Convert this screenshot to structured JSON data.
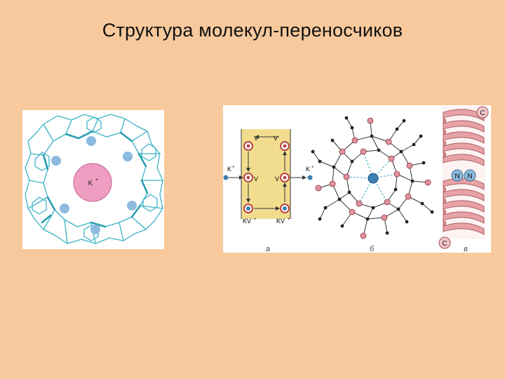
{
  "slide": {
    "title": "Структура молекул-переносчиков"
  },
  "left_figure": {
    "ion_label": "K"
  },
  "right_figure": {
    "carrier": {
      "v_top_left": "V",
      "v_top_right": "V",
      "v_mid_left": "V",
      "v_mid_right": "V",
      "k_left": "K",
      "k_right": "K",
      "kv_left": "KV",
      "kv_right": "KV"
    },
    "helix": {
      "c_top": "C",
      "c_bottom": "C",
      "n_left": "N",
      "n_right": "N"
    },
    "captions": {
      "a": "а",
      "b": "б",
      "v": "в"
    }
  },
  "colors": {
    "background": "#f8c99c",
    "cage_line": "#3bb2c6",
    "ion_fill": "#ef9ec2",
    "oxygen_fill": "#8dbadf",
    "membrane_fill": "#f2dd8f",
    "atom_pink": "#e3909c",
    "helix_pink": "#e7a2a6"
  }
}
